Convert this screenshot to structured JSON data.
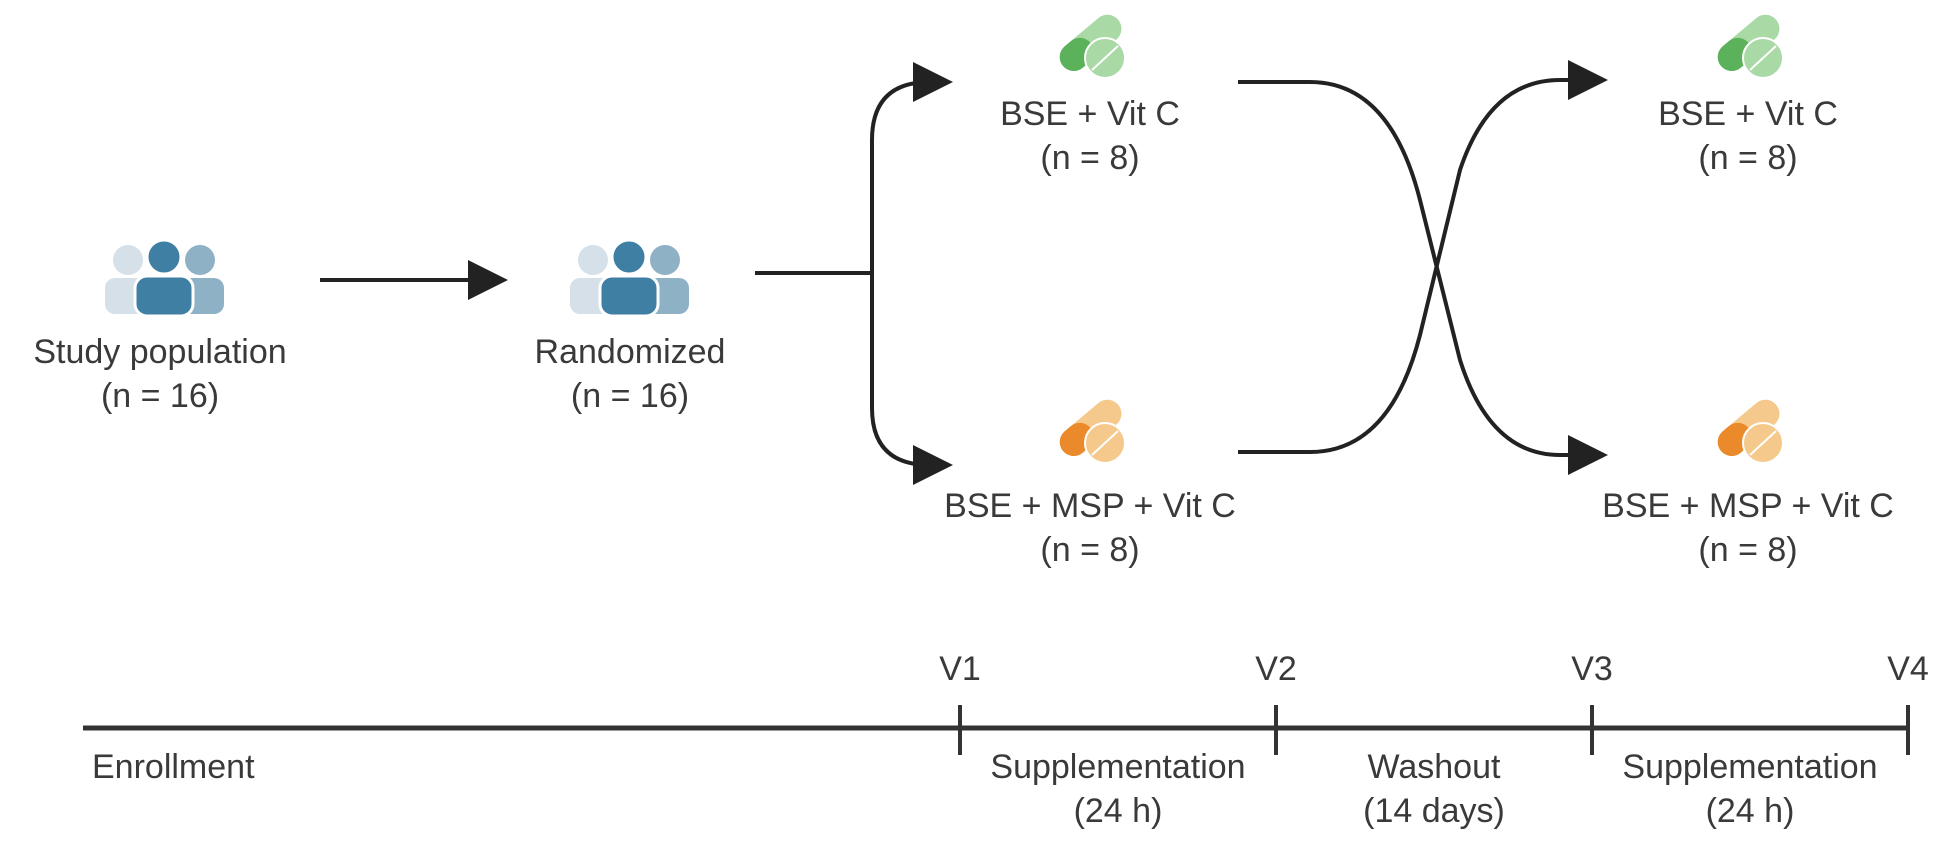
{
  "nodes": {
    "study_population": {
      "title": "Study population",
      "n": "(n = 16)",
      "icon": "people-group-icon"
    },
    "randomized": {
      "title": "Randomized",
      "n": "(n = 16)",
      "icon": "people-group-icon"
    },
    "arm1_top": {
      "title": "BSE + Vit C",
      "n": "(n = 8)",
      "icon": "pills-icon",
      "color": "#6bbf6b"
    },
    "arm1_bottom": {
      "title": "BSE + MSP + Vit C",
      "n": "(n = 8)",
      "icon": "pills-icon",
      "color": "#f0a040"
    },
    "arm2_top": {
      "title": "BSE + Vit C",
      "n": "(n = 8)",
      "icon": "pills-icon",
      "color": "#6bbf6b"
    },
    "arm2_bottom": {
      "title": "BSE + MSP + Vit C",
      "n": "(n = 8)",
      "icon": "pills-icon",
      "color": "#f0a040"
    }
  },
  "timeline": {
    "visits": [
      "V1",
      "V2",
      "V3",
      "V4"
    ],
    "phases": [
      {
        "label": "Enrollment",
        "detail": ""
      },
      {
        "label": "Supplementation",
        "detail": "(24 h)"
      },
      {
        "label": "Washout",
        "detail": "(14 days)"
      },
      {
        "label": "Supplementation",
        "detail": "(24 h)"
      }
    ]
  },
  "colors": {
    "people_dark": "#3f7fa3",
    "people_mid": "#8fb1c6",
    "people_light": "#d5e0e8",
    "line": "#222222"
  }
}
